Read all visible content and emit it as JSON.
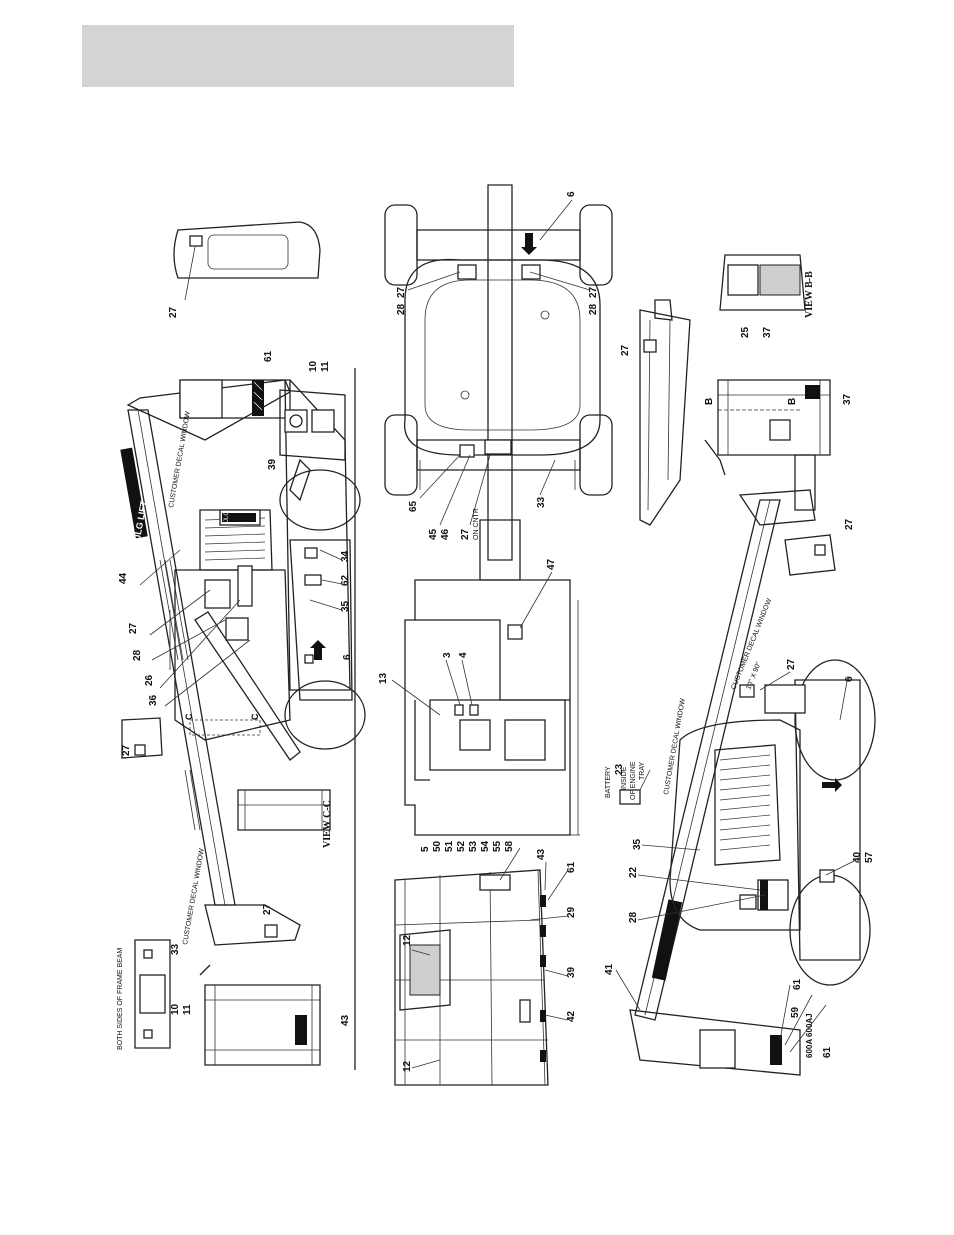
{
  "diagram": {
    "callouts": {
      "c27a": "27",
      "c61a": "61",
      "c10a": "10",
      "c11a": "11",
      "c39a": "39",
      "c44": "44",
      "c27b": "27",
      "c28a": "28",
      "c26": "26",
      "c36": "36",
      "c34": "34",
      "c62": "62",
      "c35a": "35",
      "c6a": "6",
      "c27c": "27",
      "c27d": "27",
      "c33a": "33",
      "c10b": "10",
      "c11b": "11",
      "c43a": "43",
      "c6b": "6",
      "c28b": "28",
      "c27e": "27",
      "c28c": "28",
      "c27f": "27",
      "c65": "65",
      "c45": "45",
      "c46": "46",
      "c27g": "27",
      "c33b": "33",
      "c47": "47",
      "c13": "13",
      "c3": "3",
      "c4": "4",
      "c5": "5",
      "c50": "50",
      "c51": "51",
      "c52": "52",
      "c53": "53",
      "c54": "54",
      "c55": "55",
      "c58": "58",
      "c43b": "43",
      "c61b": "61",
      "c12a": "12",
      "c29": "29",
      "c39b": "39",
      "c42": "42",
      "c12b": "12",
      "c27h": "27",
      "c25": "25",
      "c37a": "37",
      "c37b": "37",
      "c27i": "27",
      "c27j": "27",
      "c6c": "6",
      "c23": "23",
      "c35b": "35",
      "c22": "22",
      "c28d": "28",
      "c40": "40",
      "c57": "57",
      "c41": "41",
      "c61c": "61",
      "c59": "59",
      "c61d": "61",
      "cB1": "B",
      "cB2": "B",
      "cC1": "C",
      "cC2": "C"
    },
    "labels": {
      "view_cc": "VIEW C-C",
      "view_bb": "VIEW B-B",
      "both_sides": "BOTH SIDES OF FRAME BEAM",
      "battery": "BATTERY",
      "inside": "INSIDE",
      "of_engine": "OF ENGINE",
      "tray": "TRAY",
      "customer_decal_window_size": "CUSTOMER DECAL WINDOW",
      "size": "10\" X 90\"",
      "customer_decal_window": "CUSTOMER DECAL WINDOW",
      "model_codes": "600A 600AJ",
      "on_cntr": "ON CNTR",
      "jlg_upper": "JLG LIFT",
      "jlg_lower": "JLG LIFT",
      "jlg_small": "JLG LIFT"
    },
    "colors": {
      "header_fill": "#d4d4d4",
      "line": "#222222"
    }
  }
}
